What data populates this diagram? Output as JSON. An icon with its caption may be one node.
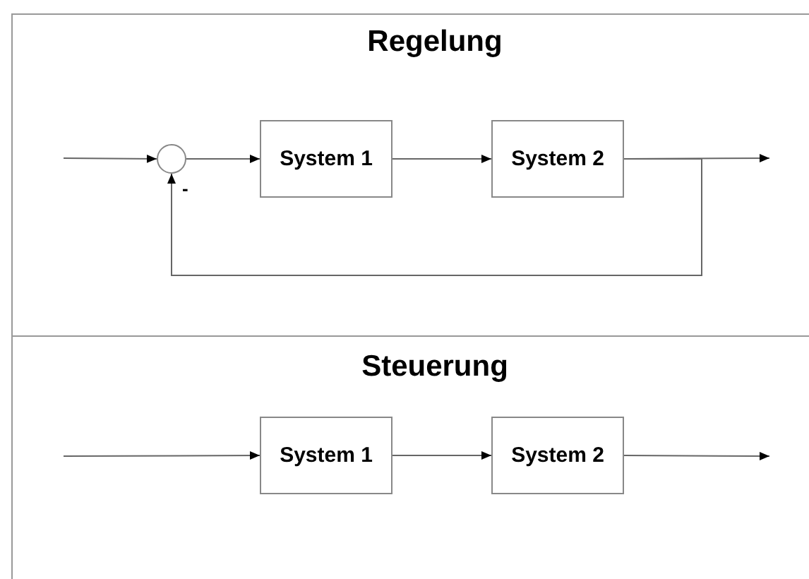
{
  "diagram": {
    "nodes": [
      {
        "text": [],
        "shape": "circle",
        "beside": [
          "-"
        ]
      },
      {
        "text": [
          "System 1"
        ]
      },
      {
        "text": [
          "System 2"
        ]
      },
      {
        "text": [
          "System 1"
        ]
      },
      {
        "text": [
          "System 2"
        ]
      }
    ],
    "edges": [
      {
        "from": null,
        "to": 0,
        "arrow": "to"
      },
      {
        "from": 0,
        "to": 1,
        "arrow": "to"
      },
      {
        "from": 1,
        "to": 2,
        "arrow": "to"
      },
      {
        "from": 2,
        "to": null,
        "arrow": "to"
      },
      {
        "from": 2,
        "to": 0,
        "arrow": "to"
      },
      {
        "from": null,
        "to": 3,
        "arrow": "to"
      },
      {
        "from": 3,
        "to": 4,
        "arrow": "to"
      },
      {
        "from": 4,
        "to": null,
        "arrow": "to"
      }
    ],
    "labels": [
      "Regelung",
      "Steuerung"
    ]
  }
}
